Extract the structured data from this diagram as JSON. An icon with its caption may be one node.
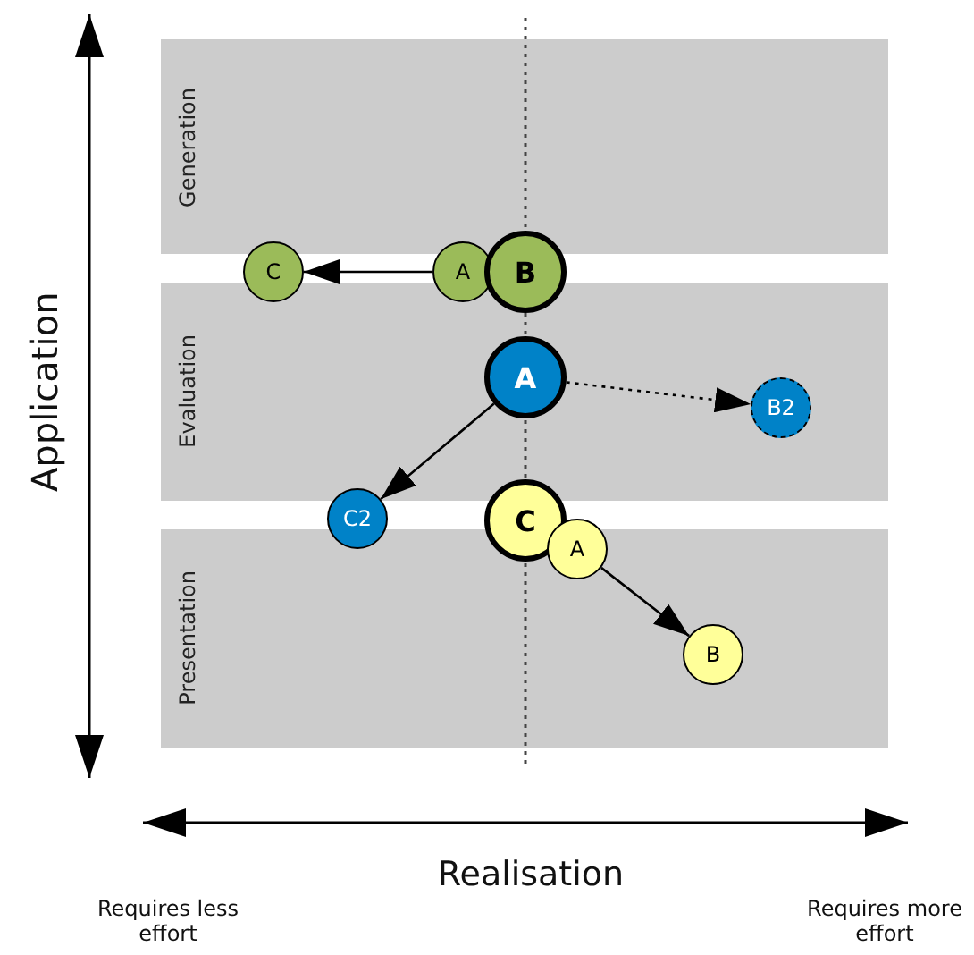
{
  "diagram": {
    "nodes": [
      {
        "text": [
          "Generation"
        ]
      },
      {
        "text": [
          "Evaluation"
        ]
      },
      {
        "text": [
          "Presentation"
        ]
      },
      {
        "text": [
          "C"
        ]
      },
      {
        "text": [
          "A"
        ]
      },
      {
        "text": [
          "B"
        ]
      },
      {
        "text": [
          "A"
        ],
        "in": 1
      },
      {
        "text": [
          "B2"
        ],
        "in": 1
      },
      {
        "text": [
          "C2"
        ]
      },
      {
        "text": [
          "C"
        ]
      },
      {
        "text": [
          "A"
        ]
      },
      {
        "text": [
          "B"
        ],
        "in": 2
      }
    ],
    "edges": [
      {
        "from": 4,
        "to": 3,
        "arrow": "to"
      },
      {
        "from": 6,
        "to": 8,
        "arrow": "to"
      },
      {
        "from": 6,
        "to": 7,
        "arrow": "to",
        "style": "dashed"
      },
      {
        "from": 10,
        "to": 11,
        "arrow": "to"
      }
    ],
    "labels": [
      "Application",
      "Realisation",
      "Requires less effort",
      "Requires more effort"
    ]
  }
}
